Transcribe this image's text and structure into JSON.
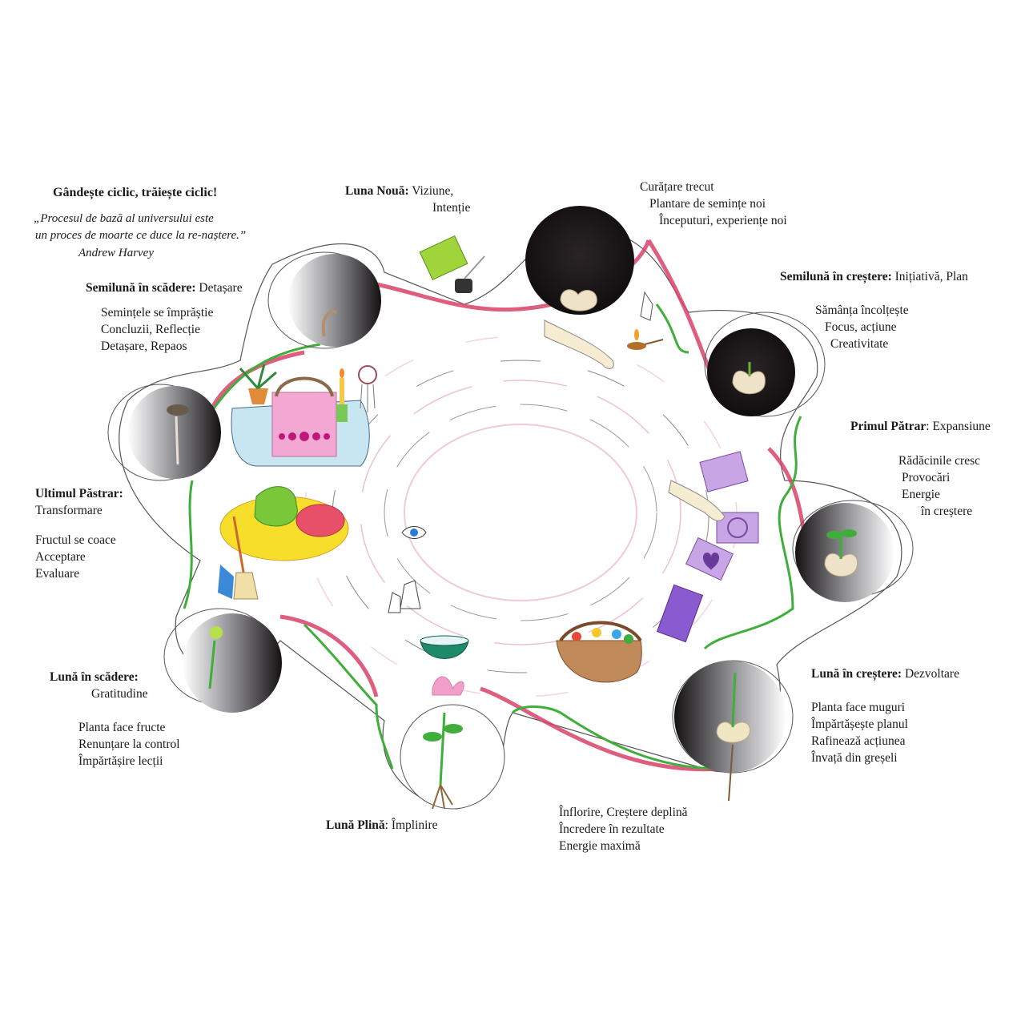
{
  "header": {
    "title": "Gândește ciclic, trăiește ciclic!",
    "quote_line1": "„Procesul de bază al universului este",
    "quote_line2": "un proces de moarte ce duce la re-naștere.”",
    "quote_author": "Andrew Harvey"
  },
  "phases": {
    "new_moon": {
      "name": "Luna Nouă:",
      "theme": "Viziune,",
      "theme2": "Intenție",
      "notes": [
        "Curățare trecut",
        "Plantare de semințe noi",
        "Începuturi, experiențe noi"
      ]
    },
    "waxing_crescent": {
      "name": "Semilună în creștere:",
      "theme": "Inițiativă, Plan",
      "notes": [
        "Sămânța încolțește",
        "Focus, acțiune",
        "Creativitate"
      ]
    },
    "first_quarter": {
      "name": "Primul Pătrar",
      "theme": ": Expansiune",
      "notes": [
        "Rădăcinile cresc",
        "Provocări",
        "Energie",
        "în creștere"
      ]
    },
    "waxing_gibbous": {
      "name": "Lună în creștere:",
      "theme": "Dezvoltare",
      "notes": [
        "Planta face muguri",
        "Împărtășește planul",
        "Rafinează acțiunea",
        "Învață din greșeli"
      ]
    },
    "full_moon": {
      "name": "Lună Plină",
      "theme": ": Împlinire",
      "notes": [
        "Înflorire, Creștere deplină",
        "Încredere în rezultate",
        "Energie maximă"
      ]
    },
    "waning_gibbous": {
      "name": "Lună în scădere:",
      "theme": "Gratitudine",
      "notes": [
        "Planta face fructe",
        "Renunțare la control",
        "Împărtășire lecții"
      ]
    },
    "last_quarter": {
      "name": "Ultimul Păstrar:",
      "theme": "Transformare",
      "notes": [
        "Fructul se coace",
        "Acceptare",
        "Evaluare"
      ]
    },
    "waning_crescent": {
      "name": "Semilună în scădere:",
      "theme": "Detașare",
      "notes": [
        "Semințele se împrăștie",
        "Concluzii, Reflecție",
        "Detașare, Repaos"
      ]
    }
  },
  "colors": {
    "moon_dark": "#1e1a1c",
    "ribbon": "#d8426a",
    "vine": "#3fae3a",
    "card": "#b89ad6",
    "book": "#9fd43a",
    "bowl": "#1f8a6a"
  }
}
